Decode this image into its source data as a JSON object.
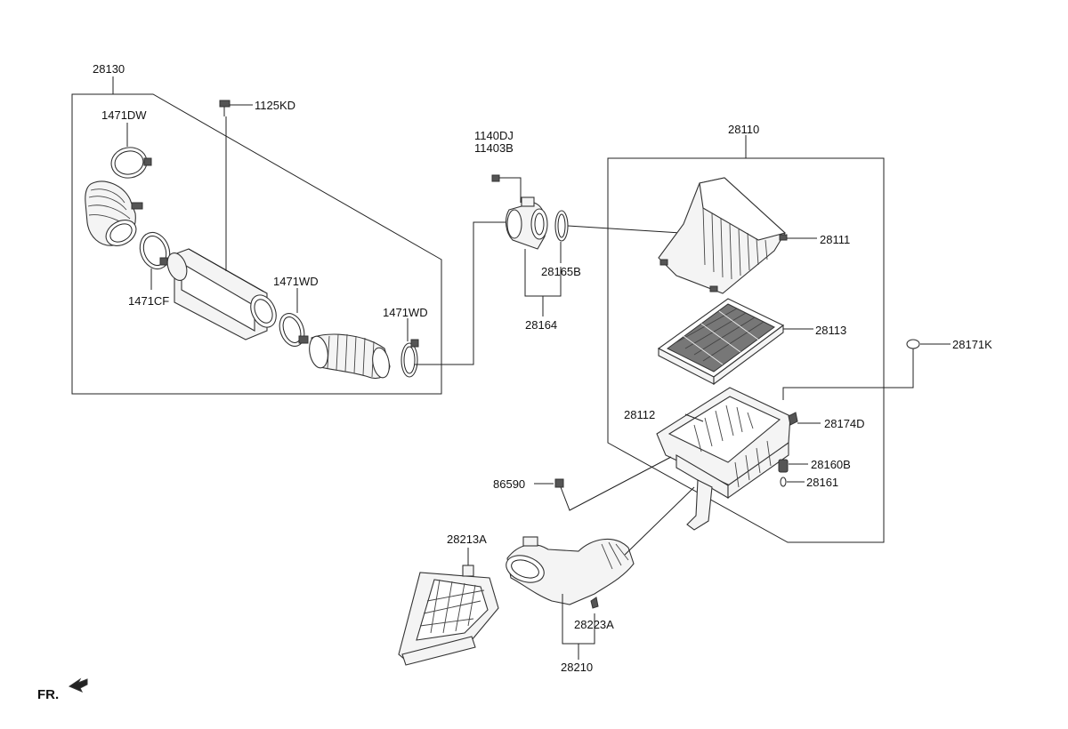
{
  "labels": {
    "l28130": "28130",
    "l1125KD": "1125KD",
    "l1471DW": "1471DW",
    "l1471CF": "1471CF",
    "l1471WD_a": "1471WD",
    "l1471WD_b": "1471WD",
    "l1140DJ": "1140DJ",
    "l11403B": "11403B",
    "l28165B": "28165B",
    "l28164": "28164",
    "l28110": "28110",
    "l28111": "28111",
    "l28113": "28113",
    "l28171K": "28171K",
    "l28112": "28112",
    "l28174D": "28174D",
    "l28160B": "28160B",
    "l28161": "28161",
    "l86590": "86590",
    "l28213A": "28213A",
    "l28223A": "28223A",
    "l28210": "28210",
    "fr": "FR."
  }
}
